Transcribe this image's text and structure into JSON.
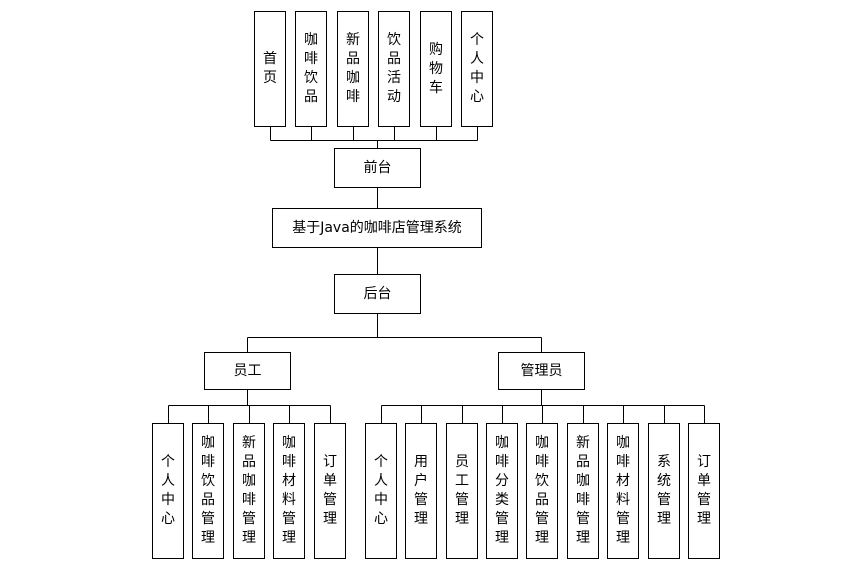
{
  "diagram": {
    "title": "基于Java的咖啡店管理系统",
    "frontend": {
      "label": "前台",
      "modules": [
        "首页",
        "咖啡饮品",
        "新品咖啡",
        "饮品活动",
        "购物车",
        "个人中心"
      ]
    },
    "backend": {
      "label": "后台",
      "roles": [
        {
          "label": "员工",
          "modules": [
            "个人中心",
            "咖啡饮品管理",
            "新品咖啡管理",
            "咖啡材料管理",
            "订单管理"
          ]
        },
        {
          "label": "管理员",
          "modules": [
            "个人中心",
            "用户管理",
            "员工管理",
            "咖啡分类管理",
            "咖啡饮品管理",
            "新品咖啡管理",
            "咖啡材料管理",
            "系统管理",
            "订单管理"
          ]
        }
      ]
    }
  }
}
